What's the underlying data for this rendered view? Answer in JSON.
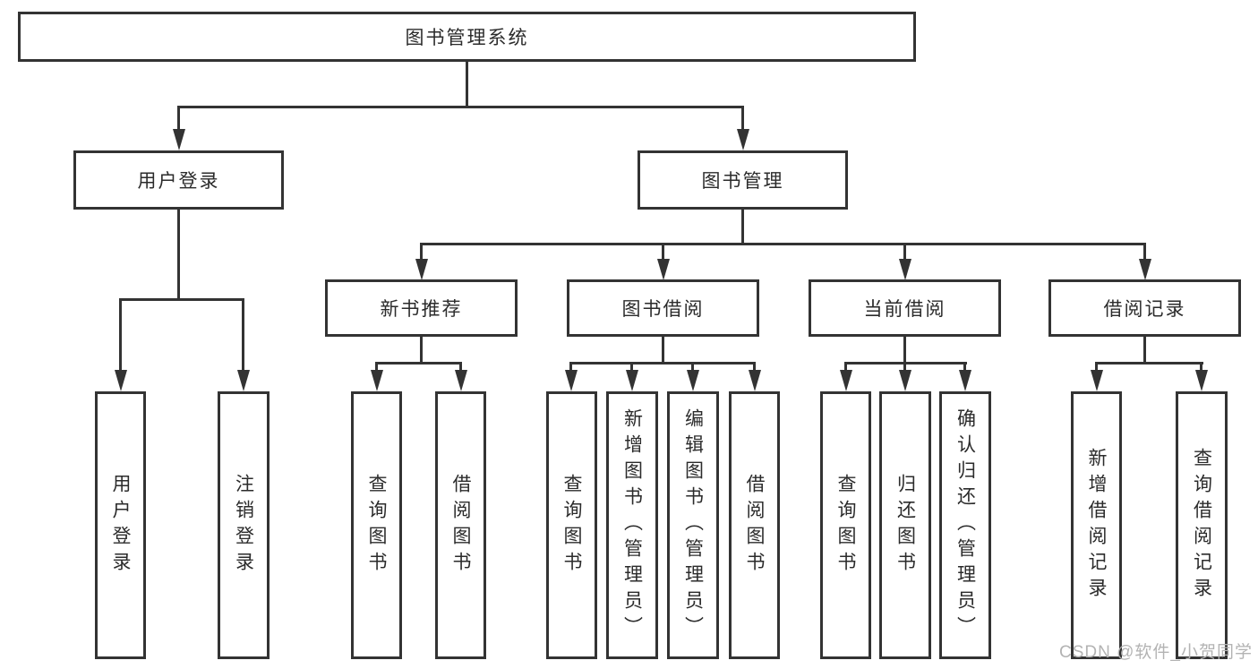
{
  "diagram": {
    "root": {
      "label": "图书管理系统"
    },
    "branches": [
      {
        "label": "用户登录",
        "leaves": [
          "用户登录",
          "注销登录"
        ]
      },
      {
        "label": "图书管理",
        "sections": [
          {
            "label": "新书推荐",
            "leaves": [
              "查询图书",
              "借阅图书"
            ]
          },
          {
            "label": "图书借阅",
            "leaves": [
              "查询图书",
              "新增图书（管理员）",
              "编辑图书（管理员）",
              "借阅图书"
            ]
          },
          {
            "label": "当前借阅",
            "leaves": [
              "查询图书",
              "归还图书",
              "确认归还（管理员）"
            ]
          },
          {
            "label": "借阅记录",
            "leaves": [
              "新增借阅记录",
              "查询借阅记录"
            ]
          }
        ]
      }
    ]
  },
  "watermark": {
    "text": "CSDN @软件_小贺同学"
  },
  "colors": {
    "line": "#333333",
    "text": "#2b2b2b",
    "background": "#ffffff",
    "watermark": "#b3b3b3"
  }
}
